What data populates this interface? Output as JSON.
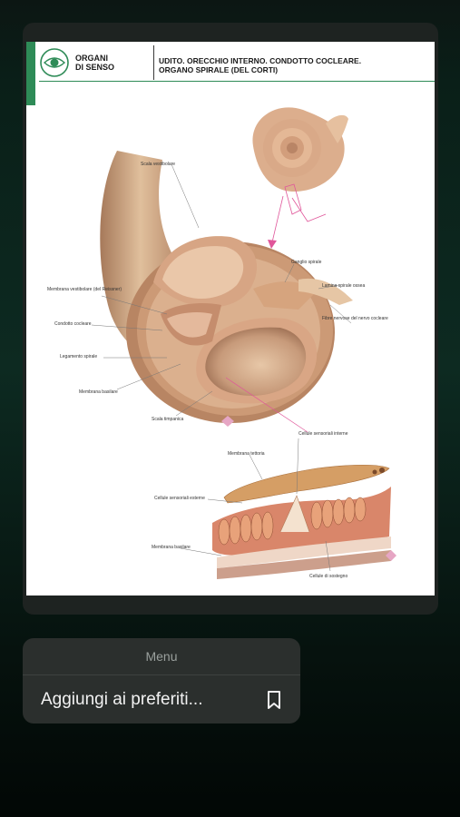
{
  "page": {
    "category_line1": "ORGANI",
    "category_line2": "DI SENSO",
    "title_line1": "UDITO. ORECCHIO INTERNO. CONDOTTO COCLEARE.",
    "title_line2": "ORGANO SPIRALE (DEL CORTI)"
  },
  "labels": {
    "scala_vestibolare": "Scala vestibolare",
    "ganglio_spirale": "Ganglio spirale",
    "lamina_spirale_ossea": "Lamina spirale ossea",
    "membrana_vestibolare": "Membrana vestibolare (del Reissner)",
    "fibre_nervose": "Fibre nervose del nervo cocleare",
    "condotto_cocleare": "Condotto cocleare",
    "legamento_spirale": "Legamento spirale",
    "membrana_basilare": "Membrana basilare",
    "scala_timpanica": "Scala timpanica",
    "cellule_sensoriali_interne": "Cellule sensoriali interne",
    "membrana_tettoria": "Membrana tettoria",
    "cellule_sensoriali_esterne": "Cellule sensoriali esterne",
    "membrana_basilare_2": "Membrana basilare",
    "cellule_sostegno": "Cellule di sostegno"
  },
  "menu": {
    "title": "Menu",
    "item_label": "Aggiungi ai preferiti...",
    "item_icon": "bookmark-icon"
  },
  "colors": {
    "accent_green": "#2e8b57",
    "tissue": "#c79a7a",
    "pointer": "#e0569a"
  }
}
